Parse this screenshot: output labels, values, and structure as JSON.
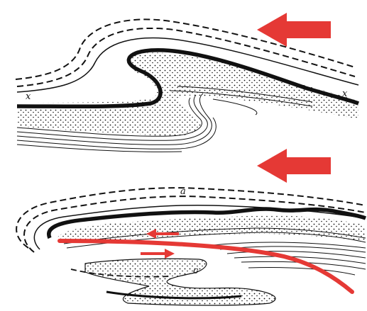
{
  "colors": {
    "ink": "#111111",
    "arrow_red": "#e53935",
    "background": "#ffffff"
  },
  "figure": {
    "panels": [
      {
        "id": "upper",
        "description_icon": "recumbent-fold-diagram",
        "markers": [
          "x",
          "x"
        ],
        "arrow": "compression-arrow-left"
      },
      {
        "id": "lower",
        "description_icon": "nappe-fold-thrust-diagram",
        "labels": {
          "a": "a",
          "c": "c"
        },
        "arrows": [
          "compression-arrow-left",
          "shear-arrow-left",
          "shear-arrow-right"
        ],
        "fault": "thrust-fault-line"
      }
    ]
  }
}
